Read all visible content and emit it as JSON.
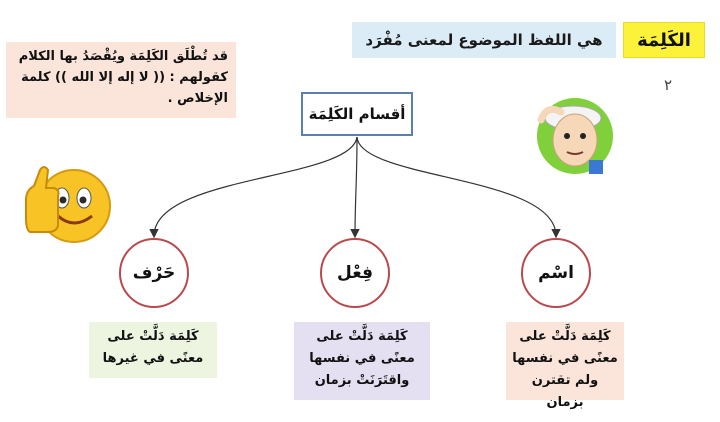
{
  "title": {
    "term": "الكَلِمَة",
    "definition": "هي اللفظ الموضوع لمعنى مُفْرَد"
  },
  "page_number": "٢",
  "note": {
    "text": "قد تُطْلَق الكَلِمَة ويُقْصَدُ بها الكلام كقولهم : (( لا إله إلا الله )) كلمة الإخلاص ."
  },
  "root": {
    "label": "أقسام الكَلِمَة"
  },
  "categories": [
    {
      "label": "اسْم",
      "definition": "كَلِمَة دَلَّتْ على معنًى في نفسها ولم تقترن بزمان"
    },
    {
      "label": "فِعْل",
      "definition": "كَلِمَة دَلَّتْ على معنًى في نفسها واقتَرَنَتْ بزمان"
    },
    {
      "label": "حَرْف",
      "definition": "كَلِمَة دَلَّتْ على معنًى في غيرها"
    }
  ],
  "colors": {
    "title_highlight": "#fdf23a",
    "definition_bg": "#dcecf6",
    "root_border": "#5b7fae",
    "circle_border": "#b84a4e",
    "note_bg": "#fbe5da",
    "ism_bg": "#fbe5da",
    "fil_bg": "#e4e0f1",
    "harf_bg": "#edf4e0"
  },
  "icons": [
    "thumbs-up-emoji-icon",
    "thinking-boy-icon"
  ]
}
